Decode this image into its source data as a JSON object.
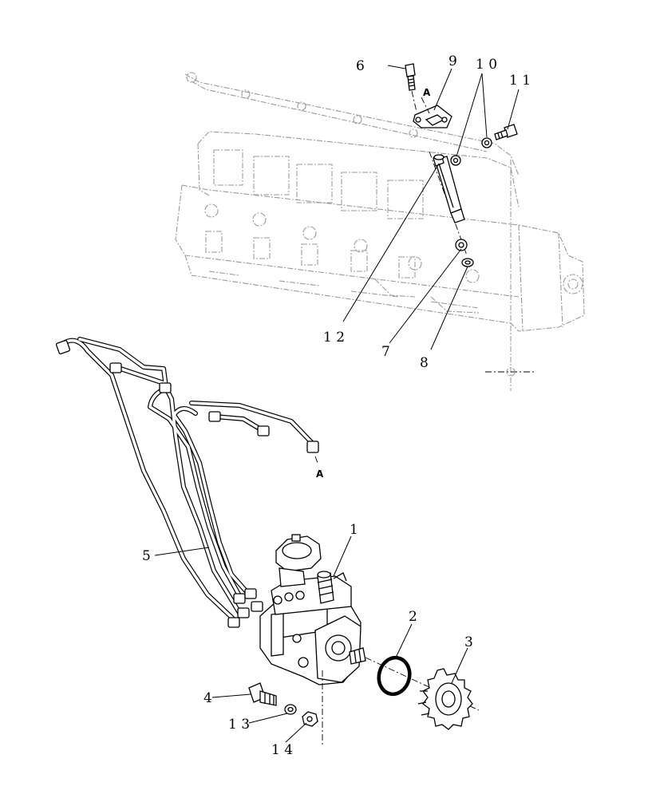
{
  "callouts": {
    "c1": "1",
    "c2": "2",
    "c3": "3",
    "c4": "4",
    "c5": "5",
    "c6": "6",
    "c7": "7",
    "c8": "8",
    "c9": "9",
    "c10": "1 0",
    "c11": "1 1",
    "c12": "1 2",
    "c13": "1 3",
    "c14": "1 4"
  },
  "markers": {
    "a_top": "A",
    "a_pipe": "A"
  }
}
